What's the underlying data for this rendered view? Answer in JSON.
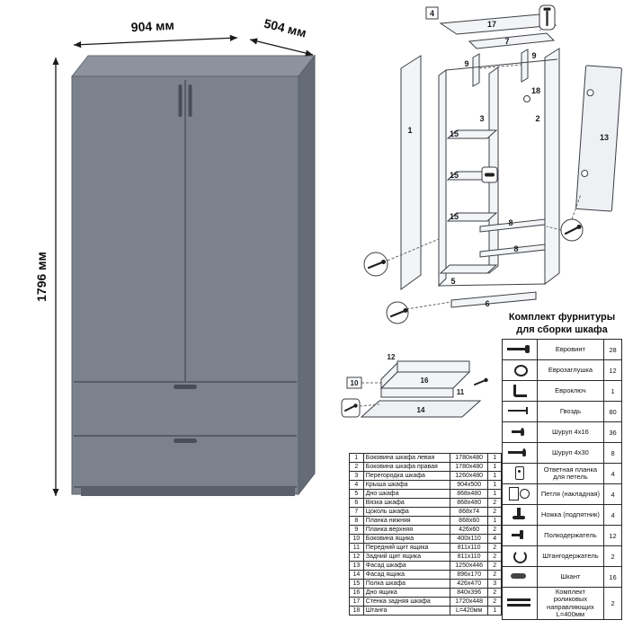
{
  "dimensions": {
    "width": "904 мм",
    "depth": "504 мм",
    "height": "1796 мм"
  },
  "exploded_labels": {
    "p1": "1",
    "p2": "2",
    "p3": "3",
    "p4": "4",
    "p5": "5",
    "p6": "6",
    "p7": "7",
    "p8a": "8",
    "p8b": "8",
    "p9a": "9",
    "p9b": "9",
    "p13": "13",
    "p15a": "15",
    "p15b": "15",
    "p15c": "15",
    "p17": "17",
    "p18": "18"
  },
  "drawer_labels": {
    "p10": "10",
    "p11": "11",
    "p12": "12",
    "p14": "14",
    "p16": "16"
  },
  "parts_table": {
    "rows": [
      {
        "num": "1",
        "name": "Боковина шкафа левая",
        "size": "1780x480",
        "qty": "1"
      },
      {
        "num": "2",
        "name": "Боковина шкафа правая",
        "size": "1780x480",
        "qty": "1"
      },
      {
        "num": "3",
        "name": "Перегородка шкафа",
        "size": "1260x480",
        "qty": "1"
      },
      {
        "num": "4",
        "name": "Крыша шкафа",
        "size": "904x500",
        "qty": "1"
      },
      {
        "num": "5",
        "name": "Дно шкафа",
        "size": "868x480",
        "qty": "1"
      },
      {
        "num": "6",
        "name": "Вязка шкафа",
        "size": "868x480",
        "qty": "2"
      },
      {
        "num": "7",
        "name": "Цоколь шкафа",
        "size": "868x74",
        "qty": "2"
      },
      {
        "num": "8",
        "name": "Планка нижняя",
        "size": "868x60",
        "qty": "1"
      },
      {
        "num": "9",
        "name": "Планка верхняя",
        "size": "426x60",
        "qty": "2"
      },
      {
        "num": "10",
        "name": "Боковина ящика",
        "size": "400x110",
        "qty": "4"
      },
      {
        "num": "11",
        "name": "Передний щит ящика",
        "size": "811x110",
        "qty": "2"
      },
      {
        "num": "12",
        "name": "Задний щит ящика",
        "size": "811x110",
        "qty": "2"
      },
      {
        "num": "13",
        "name": "Фасад шкафа",
        "size": "1250x446",
        "qty": "2"
      },
      {
        "num": "14",
        "name": "Фасад ящика",
        "size": "896x170",
        "qty": "2"
      },
      {
        "num": "15",
        "name": "Полка шкафа",
        "size": "426x470",
        "qty": "3"
      },
      {
        "num": "16",
        "name": "Дно ящика",
        "size": "840x396",
        "qty": "2"
      },
      {
        "num": "17",
        "name": "Стенка задняя шкафа",
        "size": "1720x448",
        "qty": "2"
      },
      {
        "num": "18",
        "name": "Штанга",
        "size": "L=420мм",
        "qty": "1"
      }
    ]
  },
  "hardware": {
    "title_line1": "Комплект фурнитуры",
    "title_line2": "для сборки шкафа",
    "items": [
      {
        "icon": "euroscrew",
        "name": "Евровинт",
        "qty": "28"
      },
      {
        "icon": "cap",
        "name": "Еврозаглушка",
        "qty": "12"
      },
      {
        "icon": "eurokey",
        "name": "Евроключ",
        "qty": "1"
      },
      {
        "icon": "nail",
        "name": "Гвоздь",
        "qty": "80"
      },
      {
        "icon": "screw-16",
        "name": "Шуруп 4x16",
        "qty": "36"
      },
      {
        "icon": "screw-30",
        "name": "Шуруп 4x30",
        "qty": "8"
      },
      {
        "icon": "plate",
        "name": "Ответная планка для петель",
        "qty": "4"
      },
      {
        "icon": "hinge",
        "name": "Петля (накладная)",
        "qty": "4"
      },
      {
        "icon": "foot",
        "name": "Ножка (подпятник)",
        "qty": "4"
      },
      {
        "icon": "shelf-pin",
        "name": "Полкодержатель",
        "qty": "12"
      },
      {
        "icon": "rod-holder",
        "name": "Штангодержатель",
        "qty": "2"
      },
      {
        "icon": "dowel",
        "name": "Шкант",
        "qty": "16"
      },
      {
        "icon": "rails",
        "name": "Комплект роликовых направляющих L=400мм",
        "qty": "2"
      }
    ]
  }
}
